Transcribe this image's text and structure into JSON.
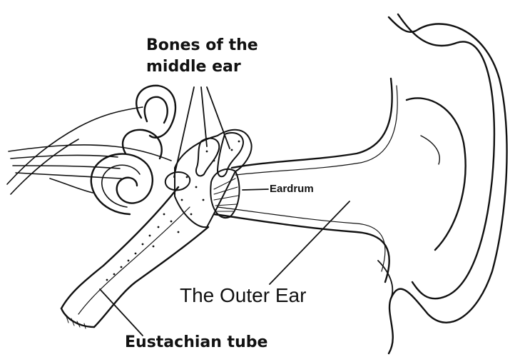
{
  "labels": {
    "bones_line1": "Bones of the",
    "bones_line2": "middle ear",
    "eardrum": "Eardrum",
    "outer_ear": "The Outer Ear",
    "eustachian": "Eustachian tube"
  },
  "colors": {
    "line": "#111111",
    "background": "#ffffff"
  }
}
